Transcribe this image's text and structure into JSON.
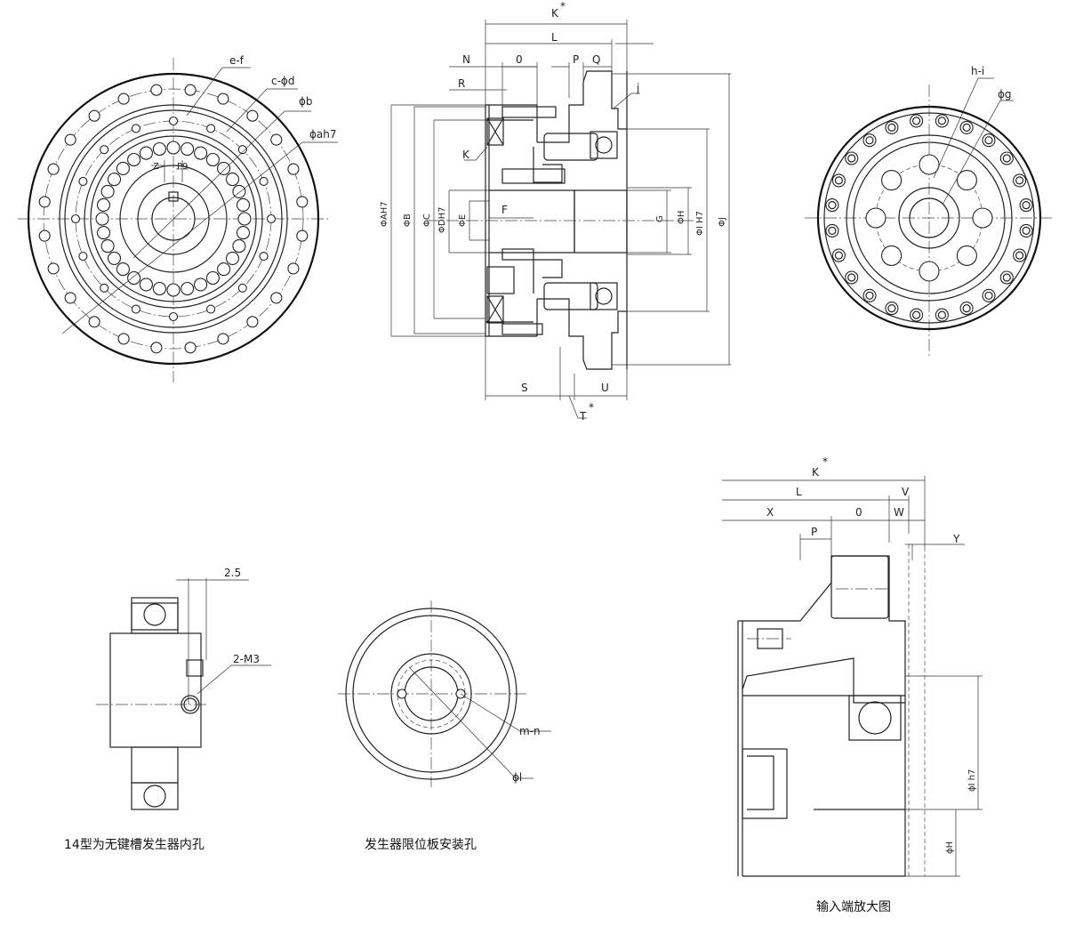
{
  "front_view": {
    "labels": {
      "holes": "e-f",
      "counterbore": "c-ϕd",
      "pcd": "ϕb",
      "outer": "ϕah7",
      "z": "Z",
      "key": "P9"
    }
  },
  "section_view": {
    "dims": {
      "k_star": "K",
      "asterisk": "*",
      "l": "L",
      "n": "N",
      "o": "0",
      "p": "P",
      "q": "Q",
      "r": "R",
      "j_small": "j",
      "k_small": "K",
      "ah7": "ΦAH7",
      "b": "ΦB",
      "c": "ΦC",
      "dh7": "ΦDH7",
      "e": "ΦE",
      "f": "F",
      "g": "G",
      "h": "ΦH",
      "ih7": "ΦI H7",
      "jd": "ΦJ",
      "s": "S",
      "u": "U",
      "t": "T"
    }
  },
  "rear_view": {
    "labels": {
      "hi": "h-i",
      "g": "ϕg"
    }
  },
  "keyless_view": {
    "labels": {
      "dim": "2.5",
      "thread": "2-M3"
    },
    "caption": "14型为无键槽发生器内孔"
  },
  "limit_plate_view": {
    "labels": {
      "mn": "m-n",
      "l": "ϕl"
    },
    "caption": "发生器限位板安装孔"
  },
  "input_detail_view": {
    "dims": {
      "k_star": "K",
      "asterisk": "*",
      "l": "L",
      "v": "V",
      "x": "X",
      "o": "0",
      "w": "W",
      "p": "P",
      "y": "Y",
      "ih7": "ϕI h7",
      "h": "ϕH"
    },
    "caption": "输入端放大图"
  }
}
